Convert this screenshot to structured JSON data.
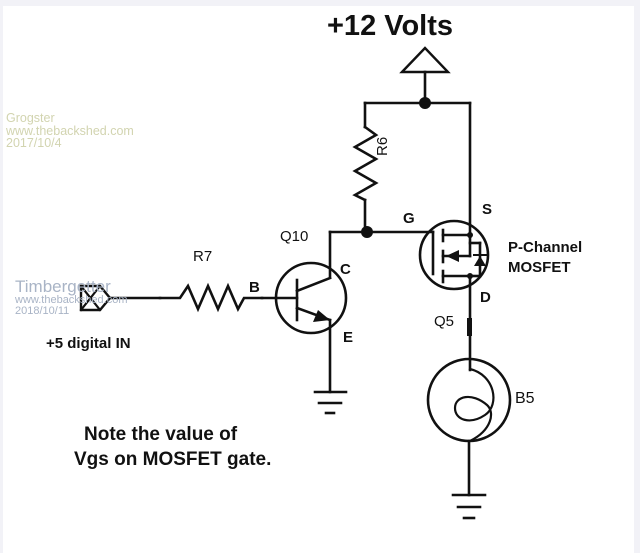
{
  "title": "+12 Volts",
  "watermarks": [
    {
      "name": "Grogster",
      "site": "www.thebackshed.com",
      "date": "2017/10/4",
      "color": "#d2d4b0"
    },
    {
      "name": "Timbergetter",
      "site": "www.thebackshed.com",
      "date": "2018/10/11",
      "color": "#a9b4c6"
    }
  ],
  "components": {
    "r6": {
      "label": "R6"
    },
    "r7": {
      "label": "R7"
    },
    "q10": {
      "label": "Q10",
      "pins": {
        "base": "B",
        "collector": "C",
        "emitter": "E"
      }
    },
    "mosfet": {
      "pins": {
        "gate": "G",
        "source": "S",
        "drain": "D"
      },
      "type_line1": "P-Channel",
      "type_line2": "MOSFET"
    },
    "q5": {
      "label": "Q5"
    },
    "b5": {
      "label": "B5"
    }
  },
  "input_label": "+5 digital IN",
  "note": {
    "line1": "Note the value of",
    "line2": "Vgs on MOSFET gate."
  },
  "colors": {
    "ink": "#111111",
    "background": "#ffffff",
    "frame": "#f2f2f7"
  }
}
